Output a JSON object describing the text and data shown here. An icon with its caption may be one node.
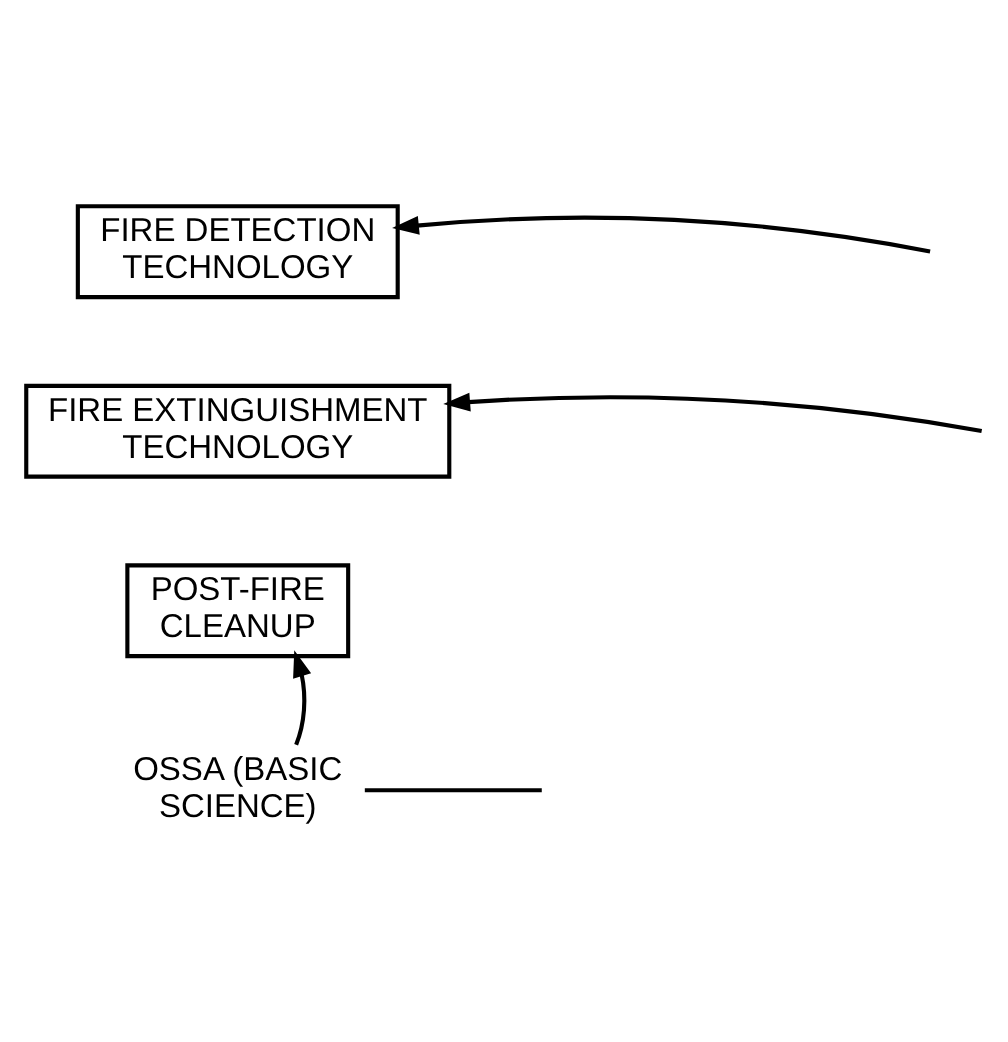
{
  "diagram": {
    "nodes": [
      {
        "text": [
          "FIRE DETECTION TECHNOLOGY"
        ]
      },
      {
        "text": [
          "FIRE EXTINGUISHMENT TECHNOLOGY"
        ]
      },
      {
        "text": [
          "POST-FIRE CLEANUP"
        ]
      },
      {
        "text": [
          "OSSA (BASIC SCIENCE)"
        ]
      }
    ],
    "edges": [
      {
        "from": null,
        "to": 0,
        "arrow": "to"
      },
      {
        "from": null,
        "to": 1,
        "arrow": "to"
      },
      {
        "from": 3,
        "to": 2,
        "arrow": "to"
      },
      {
        "from": 3,
        "to": null,
        "arrow": "none"
      }
    ]
  }
}
